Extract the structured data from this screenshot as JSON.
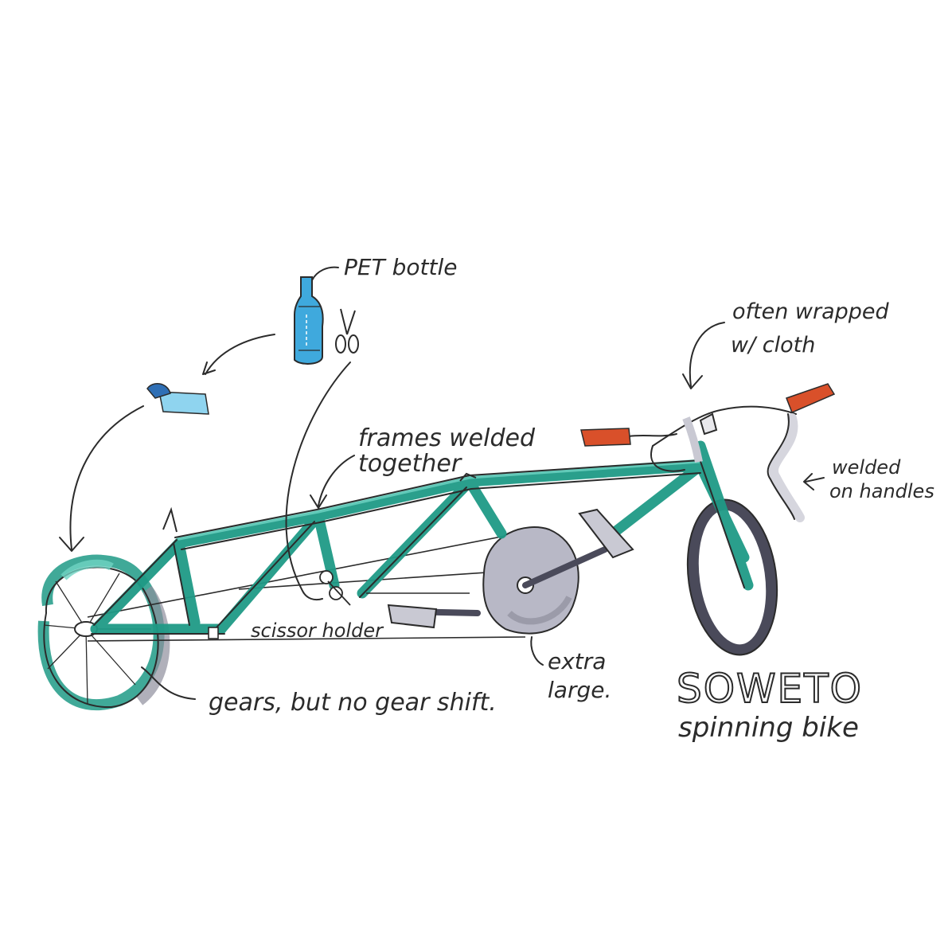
{
  "title": {
    "line1": "SOWETO",
    "line2": "spinning bike"
  },
  "labels": {
    "pet_bottle": "PET bottle",
    "wrapped_line1": "often wrapped",
    "wrapped_line2": "w/ cloth",
    "frames_line1": "frames welded",
    "frames_line2": "together",
    "welded_line1": "welded",
    "welded_line2": "on handles",
    "scissor_holder": "scissor holder",
    "gears": "gears, but no gear shift.",
    "extra_line1": "extra",
    "extra_line2": "large."
  },
  "colors": {
    "frame": "#1f9a86",
    "frame_light": "#6fd3c3",
    "bottle": "#3fa9dd",
    "grip": "#d9502a",
    "wheel_gray": "#8e8e9c",
    "chainring": "#b8b8c6",
    "ink": "#2b2b2b"
  },
  "icons": [
    "pet-bottle-icon",
    "scissors-icon",
    "cut-bottle-cap-icon"
  ]
}
